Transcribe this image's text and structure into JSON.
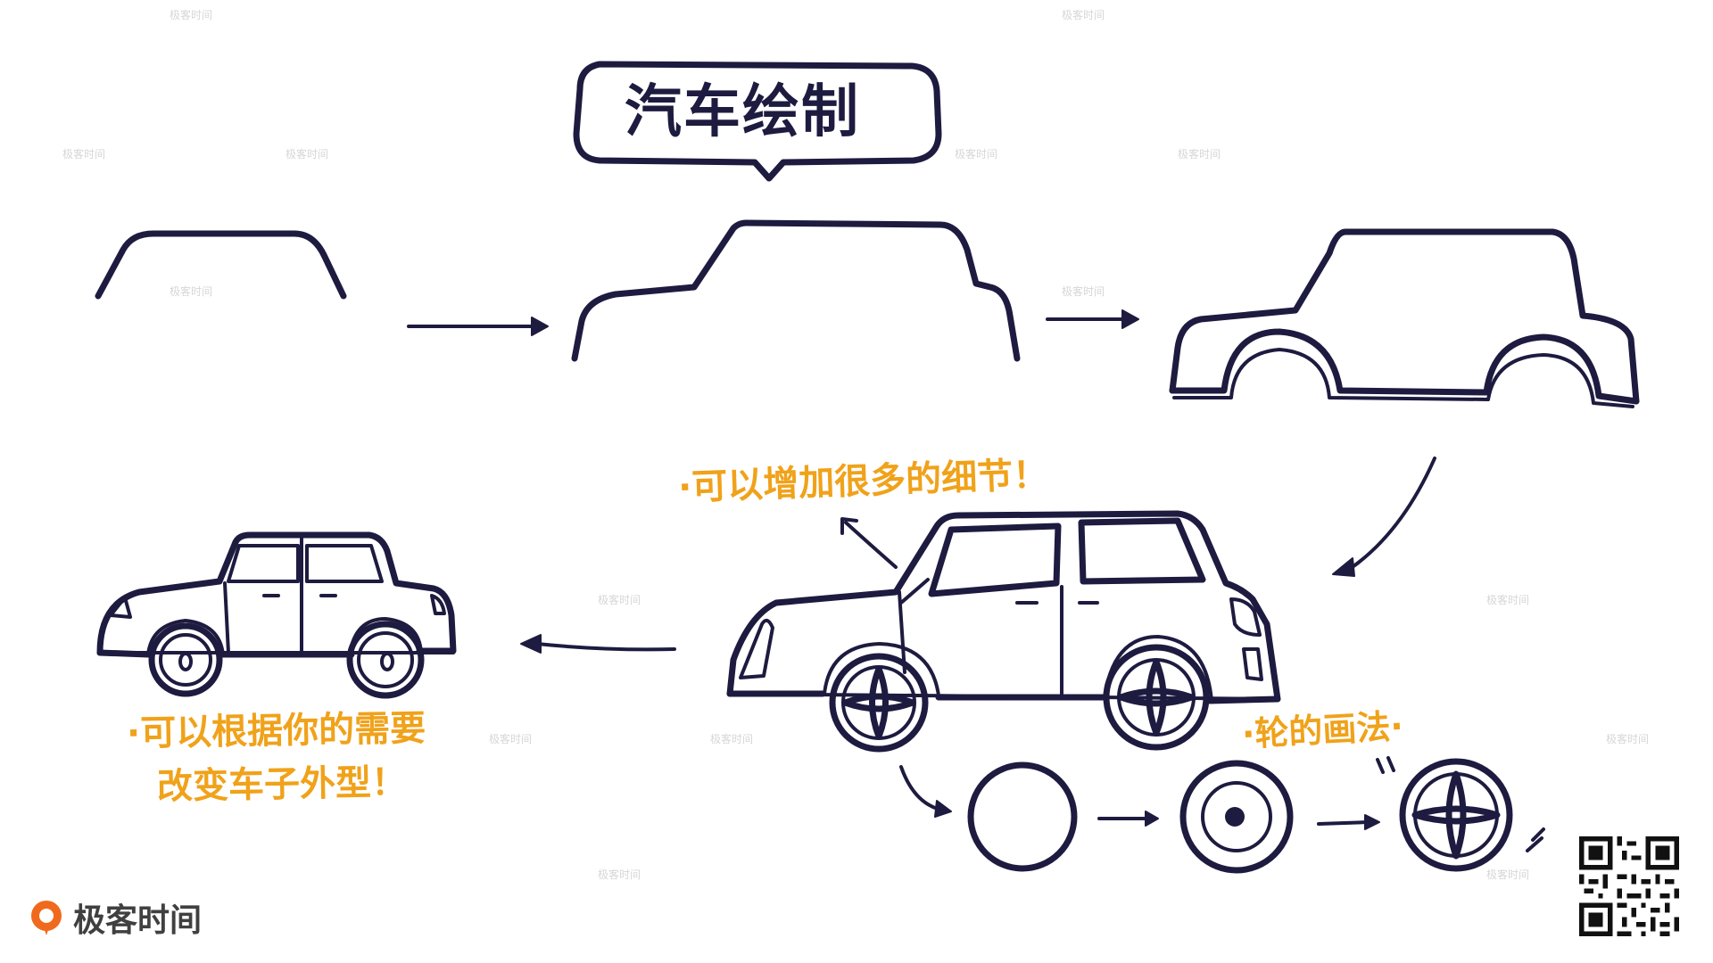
{
  "title": "汽车绘制",
  "notes": {
    "details": "·可以增加很多的细节！",
    "wheel": "·轮的画法·",
    "shape_line1": "·可以根据你的需要",
    "shape_line2": "改变车子外型！"
  },
  "brand": {
    "name": "极客时间",
    "watermark": "极客时间"
  },
  "colors": {
    "ink": "#1d1b3f",
    "accent": "#f0a21a",
    "brand_orange": "#f06a1d"
  }
}
